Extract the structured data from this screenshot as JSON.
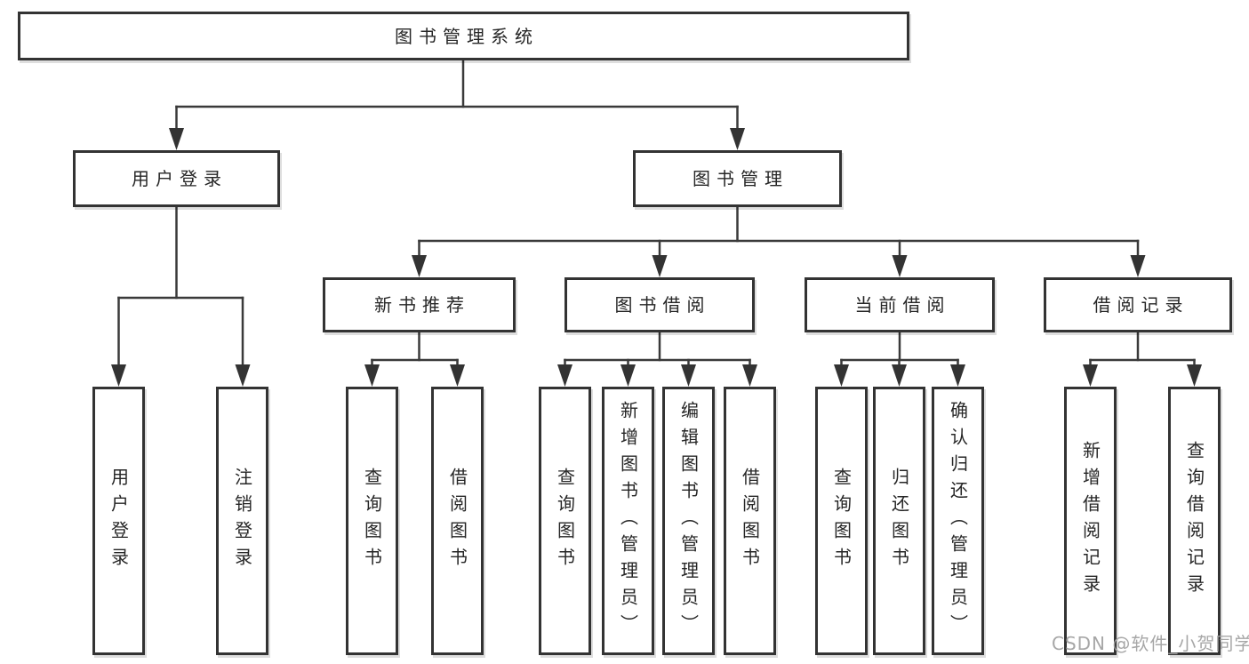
{
  "diagram": {
    "root": "图书管理系统",
    "level2": [
      "用户登录",
      "图书管理"
    ],
    "level3": [
      "新书推荐",
      "图书借阅",
      "当前借阅",
      "借阅记录"
    ],
    "leaves": [
      "用户登录",
      "注销登录",
      "查询图书",
      "借阅图书",
      "查询图书",
      "新增图书（管理员）",
      "编辑图书（管理员）",
      "借阅图书",
      "查询图书",
      "归还图书",
      "确认归还（管理员）",
      "新增借阅记录",
      "查询借阅记录"
    ]
  },
  "watermark": "CSDN @软件_小贺同学",
  "colors": {
    "box_border": "#333333",
    "connector_line": "#3a3a3a",
    "text": "#262626",
    "watermark": "#a2a2a2",
    "background": "#ffffff"
  }
}
